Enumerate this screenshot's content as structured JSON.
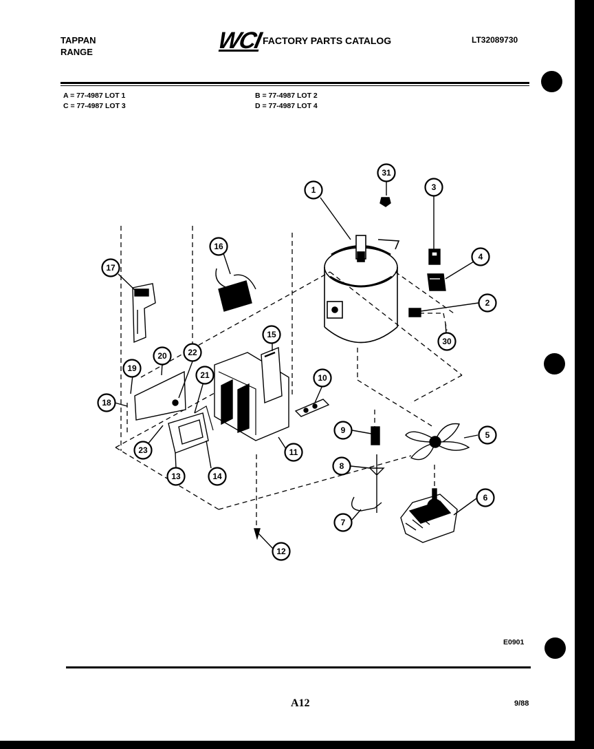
{
  "header": {
    "brand_line1": "TAPPAN",
    "brand_line2": "RANGE",
    "logo": "WCI",
    "catalog_title": "FACTORY PARTS CATALOG",
    "catalog_number": "LT32089730"
  },
  "lots": {
    "a": "A = 77-4987 LOT 1",
    "b": "B = 77-4987 LOT 2",
    "c": "C = 77-4987 LOT 3",
    "d": "D = 77-4987 LOT 4"
  },
  "callouts": [
    "1",
    "2",
    "3",
    "4",
    "5",
    "6",
    "7",
    "8",
    "9",
    "10",
    "11",
    "12",
    "13",
    "14",
    "15",
    "16",
    "17",
    "18",
    "19",
    "20",
    "21",
    "22",
    "23",
    "30",
    "31"
  ],
  "footer": {
    "diagram_code": "E0901",
    "page_number": "A12",
    "date": "9/88"
  }
}
